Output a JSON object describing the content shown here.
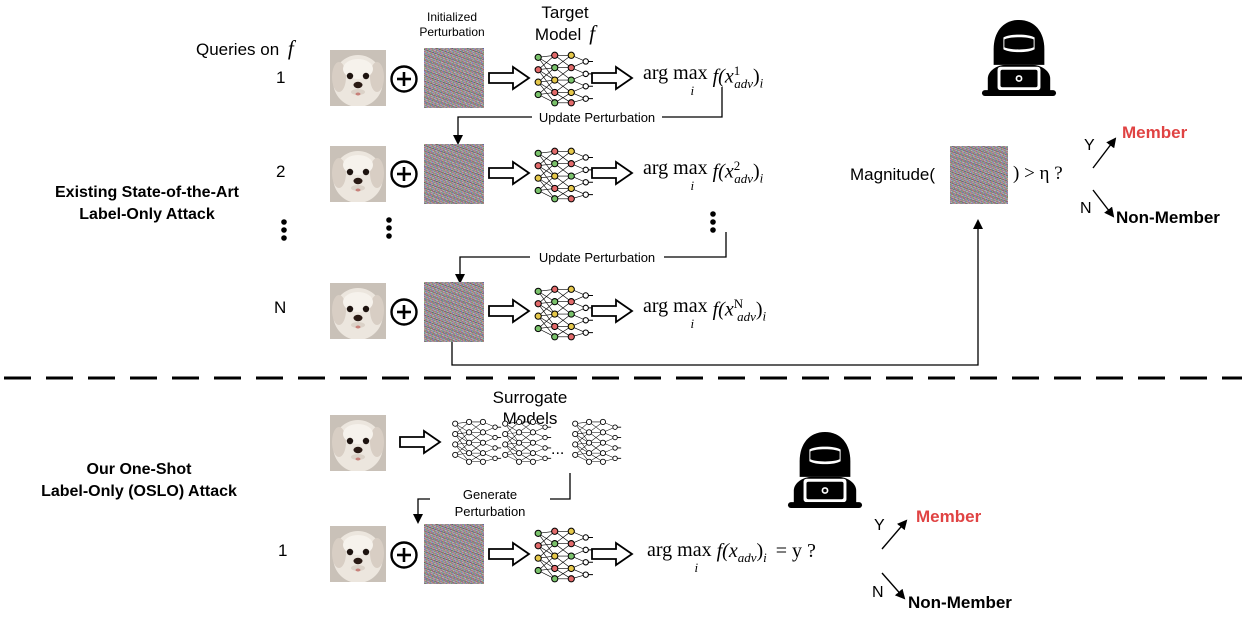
{
  "top": {
    "section_label": [
      "Existing State-of-the-Art",
      "Label-Only Attack"
    ],
    "queries_label": "Queries on",
    "queries_symbol": "f",
    "init_label": [
      "Initialized",
      "Perturbation"
    ],
    "target_label": [
      "Target",
      "Model"
    ],
    "target_symbol": "f",
    "update_label": "Update Perturbation",
    "rows": [
      {
        "index": "1",
        "sup": "1"
      },
      {
        "index": "2",
        "sup": "2"
      },
      {
        "index": "N",
        "sup": "N"
      }
    ],
    "argmax": "arg max",
    "argmax_sub": "i",
    "fx_prefix": "f(x",
    "adv": "adv",
    "fx_suffix": ")",
    "fx_i": "i",
    "magnitude_label": "Magnitude(",
    "magnitude_tail": ") > η ?",
    "yes": "Y",
    "no": "N",
    "member": "Member",
    "non_member": "Non-Member"
  },
  "bottom": {
    "section_label": [
      "Our One-Shot",
      "Label-Only (OSLO) Attack"
    ],
    "surrogate_label": [
      "Surrogate",
      "Models"
    ],
    "ellipsis": "...",
    "generate_label": [
      "Generate",
      "Perturbation"
    ],
    "row_index": "1",
    "argmax": "arg max",
    "argmax_sub": "i",
    "fx_prefix": "f(x",
    "adv": "adv",
    "fx_suffix": ")",
    "fx_i": "i",
    "eq_tail": "= y ?",
    "yes": "Y",
    "no": "N",
    "member": "Member",
    "non_member": "Non-Member"
  },
  "colors": {
    "member_red": "#e04343",
    "nn_red": "#e26a6a",
    "nn_green": "#7ac26b",
    "nn_yellow": "#e6c84a"
  },
  "icons": [
    "dog-image",
    "plus-circle-icon",
    "noise-perturbation",
    "hollow-arrow-icon",
    "neural-network-icon",
    "hacker-icon",
    "vertical-ellipsis-icon"
  ]
}
